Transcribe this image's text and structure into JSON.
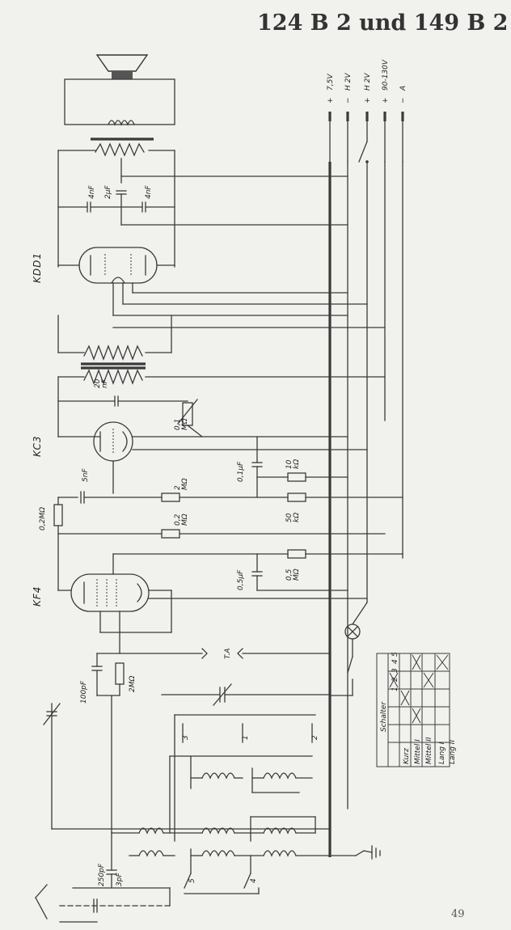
{
  "title": "124 B 2 und 149 B 2",
  "page_number": "49",
  "supply_terminals": [
    {
      "sign": "+",
      "label": "7,5V"
    },
    {
      "sign": "−",
      "label": "H 2V"
    },
    {
      "sign": "+",
      "label": "H 2V"
    },
    {
      "sign": "+",
      "label": "90-130V"
    },
    {
      "sign": "−",
      "label": "A"
    }
  ],
  "tubes": {
    "output": "KDD1",
    "driver": "KC3",
    "detector": "KF4"
  },
  "components": {
    "c_4nf_left": "4nF",
    "c_2uf": "2µF",
    "c_4nf_right": "4nF",
    "c_20nf": "20\nnF",
    "pot_01m": "0,1\nMΩ",
    "c_5nf": "5nF",
    "r_2m_kc3": "2\nMΩ",
    "c_01uf": "0,1µF",
    "r_10k": "10\nkΩ",
    "r_50k": "50\nkΩ",
    "r_02m_vert": "0,2MΩ",
    "r_02m": "0,2\nMΩ",
    "c_05uf": "0,5µF",
    "r_05m": "0,5\nMΩ",
    "tone_arm": "T.A",
    "c_100pf": "100pF",
    "r_2m_grid": "2MΩ",
    "c_250pf": "250pF",
    "c_3pf": "3pF"
  },
  "switch_numbers": [
    "3",
    "1",
    "2",
    "5",
    "4"
  ],
  "switch_table": {
    "header": "Schalter",
    "columns": [
      "1",
      "2",
      "3",
      "4",
      "5"
    ],
    "rows": [
      "Kurz",
      "Mittel I",
      "Mittel II",
      "Lang I",
      "Lang II"
    ]
  }
}
